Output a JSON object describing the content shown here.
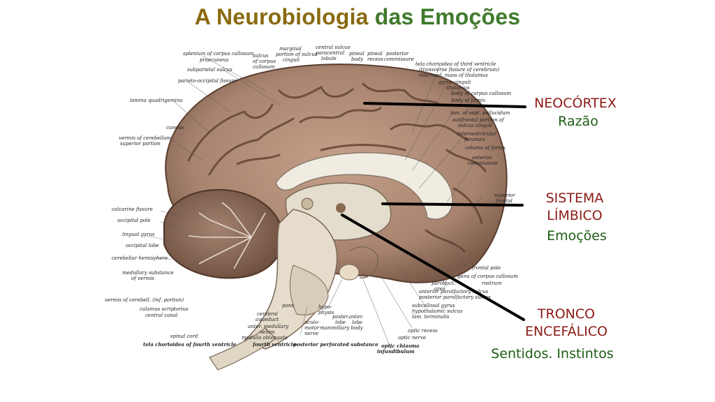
{
  "title": {
    "part1": "A Neurobiologia",
    "part2": "das Emoções"
  },
  "labels": {
    "neocortex": {
      "name": "NEOCÓRTEX",
      "function": "Razão"
    },
    "limbic": {
      "line1": "SISTEMA",
      "line2": "LÍMBICO",
      "function": "Emoções"
    },
    "brainstem": {
      "line1": "TRONCO",
      "line2": "ENCEFÁLICO",
      "function": "Sentidos. Instintos"
    }
  },
  "anatomy_labels": {
    "splenium": "splenium of corpus callosum",
    "praecuneus": "praecuneus",
    "sulcus_corpus": "sulcus",
    "sulcus_corpus2": "of corpus",
    "sulcus_corpus3": "callosum",
    "marginal": "marginal",
    "marginal2": "portion of sulcus",
    "marginal3": "cinguli",
    "central_sulcus": "central sulcus",
    "paracentral": "paracentral",
    "paracentral2": "lobule",
    "pineal_body": "pineal",
    "pineal_body2": "body",
    "pineal_recess": "pineal",
    "pineal_recess2": "recess",
    "posterior_commissure": "posterior",
    "posterior_commissure2": "commissure",
    "tela_third": "tela chorioidea of third ventricle",
    "transverse_fissure": "(transverse fissure of cerebrum)",
    "intermed_mass": "intermed. mass of thalamus",
    "gyrus_cinguli": "gyrus cinguli",
    "thalamus": "thalamus",
    "body_corpus": "body of corpus callosum",
    "body_fornix": "body of fornix",
    "subparietal": "subparietal sulcus",
    "parieto_occipital": "parieto-occipital fissure",
    "lamina": "lamina quadrigemina",
    "lam_sept": "lam. of sept. pellucidum",
    "subfrontal": "subfrontal portion of",
    "subfrontal2": "sulcus cinguli",
    "interventricular": "interventricular",
    "interventricular2": "foramen",
    "cuneus": "cuneus",
    "vermis_sup": "vermis of cerebellum",
    "vermis_sup2": "superior portion",
    "column_fornix": "column of fornix",
    "anterior_commissure": "anterior",
    "anterior_commissure2": "commissure",
    "superior_frontal": "superior",
    "superior_frontal2": "frontal",
    "calcarine": "calcarine fissure",
    "occipital_pole": "occipital pole",
    "lingual": "lingual gyrus",
    "occipital_lobe": "occipital lobe",
    "cerebellar_hemisphere": "cerebellar hemisphere",
    "medullary_vermis": "medullary substance",
    "medullary_vermis2": "of vermis",
    "frontal_pole": "frontal pole",
    "genu": "genu of corpus callosum",
    "rostrum": "rostrum",
    "paraolf": "parolfact.",
    "paraolf2": "area",
    "ant_paraolf": "anterior parolfactory sulcus",
    "post_paraolf": "posterior parolfactory sulcus",
    "vermis_inf": "vermis of cerebell. (inf. portion)",
    "calamus": "calamus scriptorius",
    "central_canal": "central canal",
    "pons": "pons",
    "hypophysis": "hypo-",
    "hypophysis2": "physis",
    "post_lobe": "poster.",
    "post_lobe2": "lobe",
    "ant_lobe": "anter.",
    "ant_lobe2": "lobe",
    "subcallosal": "subcallosal gyrus",
    "hypothalamic": "hypothalamic sulcus",
    "lam_terminalis": "lam. terminalis",
    "cerebral_aqueduct": "cerebral",
    "cerebral_aqueduct2": "aqueduct",
    "ant_medullary": "anter. medullary",
    "ant_medullary2": "velum",
    "oculomotor": "oculo-",
    "oculomotor2": "motor",
    "oculomotor3": "nerve",
    "mammillary": "mammillary body",
    "optic_recess": "optic recess",
    "optic_nerve": "optic nerve",
    "spinal_cord": "spinal cord",
    "medulla": "medulla oblongata",
    "tela_fourth": "tela chorioidea of fourth ventricle",
    "fourth_ventricle": "fourth ventricle",
    "post_perforated": "posterior perforated substance",
    "optic_chiasma": "optic chiasma",
    "infundibulum": "infundibulum"
  },
  "colors": {
    "title_part1": "#8a6a10",
    "title_part2": "#3f7a2c",
    "region_name": "#8b1a14",
    "region_function": "#1d5c14",
    "cortex": "#a88470",
    "leader_line": "#000000"
  }
}
